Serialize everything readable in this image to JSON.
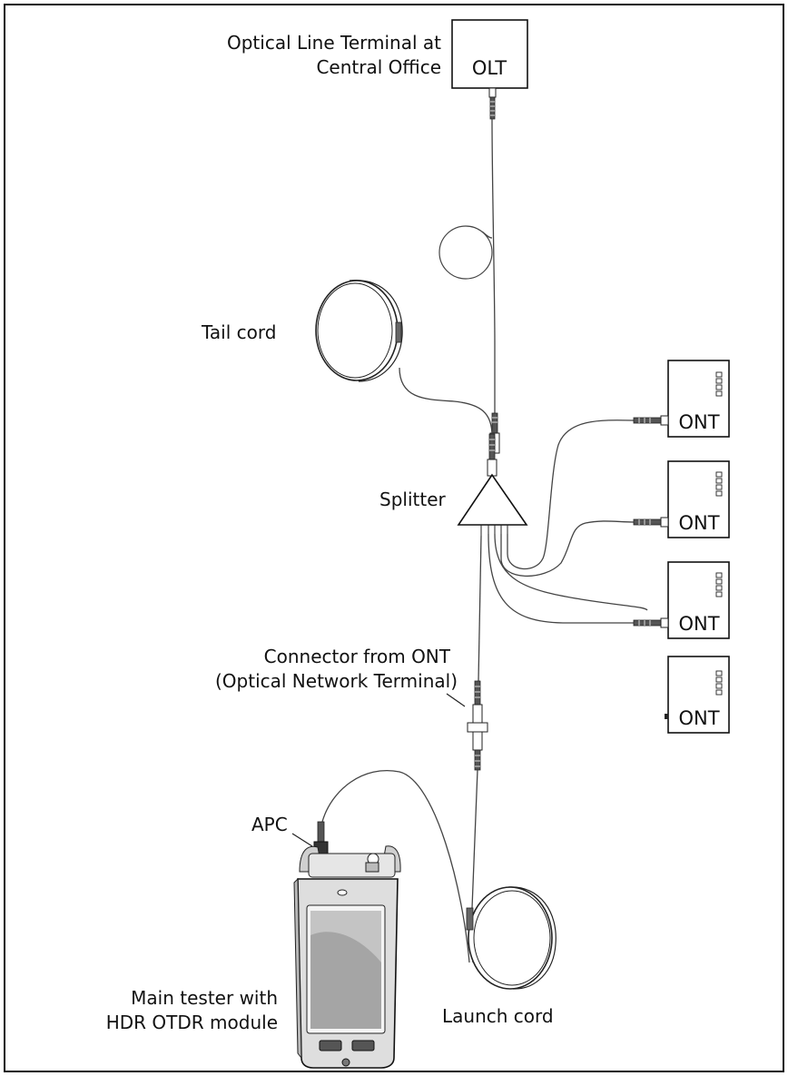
{
  "labels": {
    "olt_line1": "Optical Line Terminal at",
    "olt_line2": "Central Office",
    "olt_box": "OLT",
    "tail_cord": "Tail cord",
    "splitter": "Splitter",
    "ont_box": "ONT",
    "connector_line1": "Connector from ONT",
    "connector_line2": "(Optical Network Terminal)",
    "apc": "APC",
    "launch_cord": "Launch cord",
    "tester_line1": "Main tester with",
    "tester_line2": "HDR OTDR module"
  },
  "colors": {
    "line": "#222222",
    "fiber": "#444444",
    "screen": "#9a9a9a",
    "tester_body": "#dcdcdc"
  }
}
